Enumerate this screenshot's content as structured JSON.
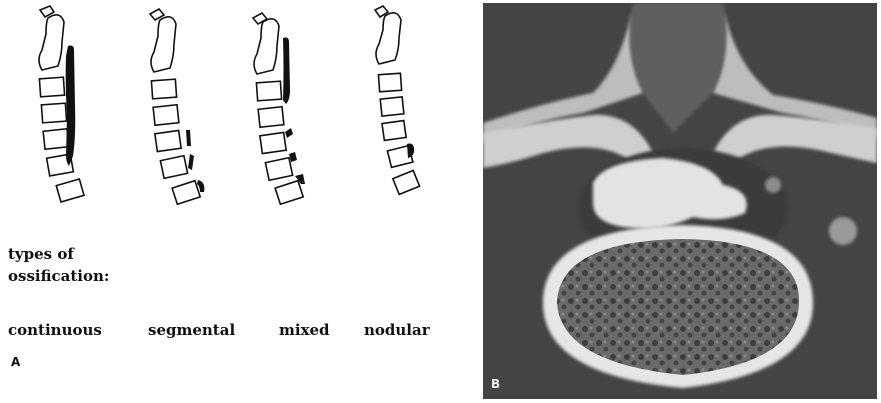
{
  "panel_a": {
    "letter": "A",
    "types_label_line1": "types of",
    "types_label_line2": "ossification:",
    "types": [
      "continuous",
      "segmental",
      "mixed",
      "nodular"
    ]
  },
  "panel_b": {
    "letter": "B"
  },
  "colors": {
    "ink": "#111111",
    "ct_background": "#4a4a4a",
    "bone": "#d9d9d9"
  }
}
